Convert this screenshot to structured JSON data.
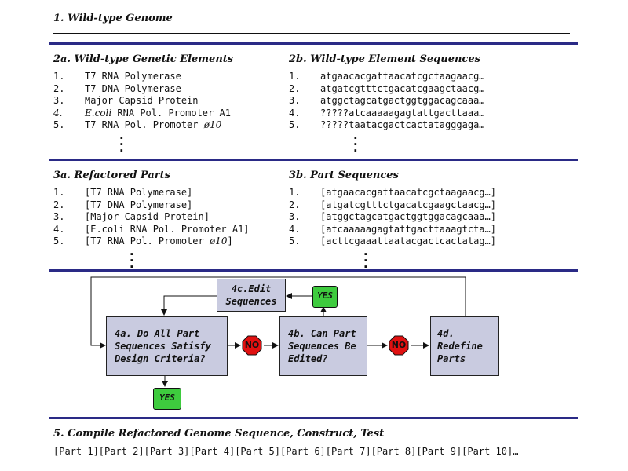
{
  "section1": {
    "title": "1. Wild-type Genome"
  },
  "section2a": {
    "title": "2a. Wild-type Genetic Elements",
    "items": [
      {
        "num": "1.",
        "pre": "",
        "italic": "",
        "post": "T7 RNA Polymerase"
      },
      {
        "num": "2.",
        "pre": "",
        "italic": "",
        "post": "T7 DNA Polymerase"
      },
      {
        "num": "3.",
        "pre": "",
        "italic": "",
        "post": "Major Capsid Protein"
      },
      {
        "num": "4.",
        "pre": "",
        "italic": "E.coli",
        "post": " RNA Pol. Promoter A1"
      },
      {
        "num": "5.",
        "pre": "",
        "italic": "",
        "post": "T7 RNA Pol. Promoter ",
        "tail_italic": "ø10"
      }
    ],
    "ellipsis": ":"
  },
  "section2b": {
    "title": "2b. Wild-type Element Sequences",
    "items": [
      {
        "num": "1.",
        "seq": "atgaacacgattaacatcgctaagaacg…"
      },
      {
        "num": "2.",
        "seq": "atgatcgtttctgacatcgaagctaacg…"
      },
      {
        "num": "3.",
        "seq": "atggctagcatgactggtggacagcaaa…"
      },
      {
        "num": "4.",
        "seq": "?????atcaaaaagagtattgacttaaa…"
      },
      {
        "num": "5.",
        "seq": "?????taatacgactcactatagggaga…"
      }
    ]
  },
  "section3a": {
    "title": "3a. Refactored Parts",
    "items": [
      {
        "num": "1.",
        "pre": "[T7 RNA Polymerase]",
        "italic": "",
        "post": ""
      },
      {
        "num": "2.",
        "pre": "[T7 DNA Polymerase]",
        "italic": "",
        "post": ""
      },
      {
        "num": "3.",
        "pre": "[Major Capsid Protein]",
        "italic": "",
        "post": ""
      },
      {
        "num": "4.",
        "pre": "[E.coli RNA Pol. Promoter A1]",
        "italic": "",
        "post": ""
      },
      {
        "num": "5.",
        "pre": "[T7 RNA Pol. Promoter ",
        "italic": "ø10",
        "post": "]"
      }
    ]
  },
  "section3b": {
    "title": "3b. Part Sequences",
    "items": [
      {
        "num": "1.",
        "seq": "[atgaacacgattaacatcgctaagaacg…]"
      },
      {
        "num": "2.",
        "seq": "[atgatcgtttctgacatcgaagctaacg…]"
      },
      {
        "num": "3.",
        "seq": "[atggctagcatgactggtggacagcaaa…]"
      },
      {
        "num": "4.",
        "seq": "[atcaaaaagagtattgacttaaagtcta…]"
      },
      {
        "num": "5.",
        "seq": "[acttcgaaattaatacgactcactatag…]"
      }
    ]
  },
  "flowchart": {
    "box4a": [
      "4a. Do All Part",
      "Sequences Satisfy",
      "Design Criteria?"
    ],
    "box4b": [
      "4b. Can Part",
      "Sequences Be",
      "Edited?"
    ],
    "box4c": [
      "4c.Edit",
      "Sequences"
    ],
    "box4d": [
      "4d.",
      "Redefine",
      "Parts"
    ],
    "yes_label": "YES",
    "no_label": "NO",
    "colors": {
      "box": "#c9cbe0",
      "yes": "#3ecb3e",
      "stop": "#e01010",
      "rule": "#2a2a86"
    }
  },
  "section5": {
    "title": "5. Compile Refactored Genome Sequence, Construct, Test",
    "parts_line": "[Part 1][Part 2][Part 3][Part 4][Part 5][Part 6][Part 7][Part 8][Part 9][Part 10]…"
  }
}
